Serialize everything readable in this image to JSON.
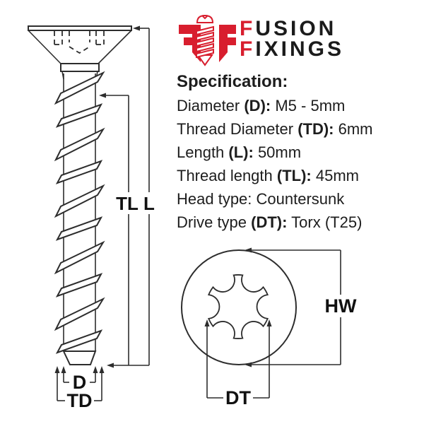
{
  "colors": {
    "brand_red": "#D81E2E",
    "ink": "#1B1B1B",
    "line": "#2D2D2D",
    "background": "#FFFFFF"
  },
  "logo": {
    "mark_icon": "ff-monogram-screw-icon",
    "word1_initial": "F",
    "word1_rest": "USION",
    "word2_initial": "F",
    "word2_rest": "IXINGS"
  },
  "spec": {
    "heading": "Specification:",
    "lines": [
      {
        "prefix": "Diameter ",
        "bold": "(D):",
        "suffix": " M5 - 5mm"
      },
      {
        "prefix": "Thread Diameter ",
        "bold": "(TD):",
        "suffix": " 6mm"
      },
      {
        "prefix": "Length ",
        "bold": "(L):",
        "suffix": " 50mm"
      },
      {
        "prefix": "Thread length ",
        "bold": "(TL):",
        "suffix": " 45mm"
      },
      {
        "prefix": "Head type: Countersunk",
        "bold": "",
        "suffix": ""
      },
      {
        "prefix": "Drive type ",
        "bold": "(DT):",
        "suffix": " Torx (T25)"
      }
    ]
  },
  "diagram": {
    "labels": {
      "thread_length": "TL",
      "length": "L",
      "diameter": "D",
      "thread_diameter": "TD",
      "head_width": "HW",
      "drive_type": "DT"
    },
    "views": {
      "side": "countersunk-screw-side-view",
      "top": "torx-head-top-view"
    }
  }
}
